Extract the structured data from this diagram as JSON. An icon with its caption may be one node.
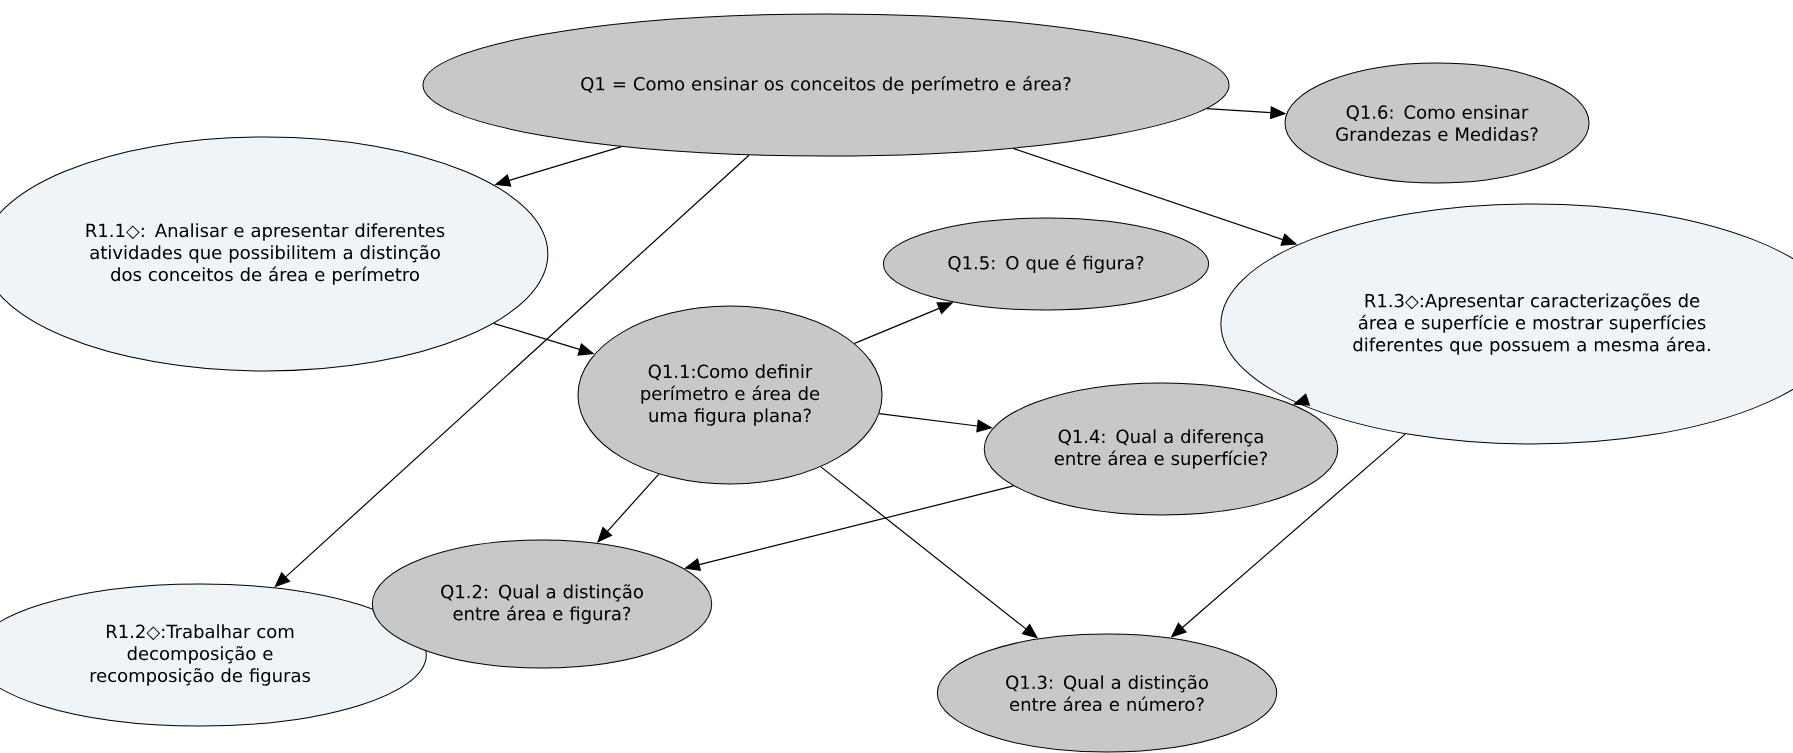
{
  "diagram": {
    "nodes": [
      {
        "text": [
          "Q1 = Como ensinar os conceitos de perímetro e área?"
        ]
      },
      {
        "text": [
          "Q1.6: Como ensinar Grandezas e Medidas?"
        ]
      },
      {
        "text": [
          "R1.1◇: Analisar e apresentar diferentes atividades que possibilitem a distinção dos conceitos de área e perímetro"
        ]
      },
      {
        "text": [
          "Q1.5: O que é figura?"
        ]
      },
      {
        "text": [
          "R1.3◇:Apresentar caracterizações de área e superfície e mostrar superfícies diferentes que possuem a mesma área."
        ]
      },
      {
        "text": [
          "Q1.1:Como definir perímetro e área de uma figura plana?"
        ]
      },
      {
        "text": [
          "Q1.4: Qual a diferença entre área e superfície?"
        ]
      },
      {
        "text": [
          "R1.2◇:Trabalhar com decomposição e recomposição de figuras"
        ]
      },
      {
        "text": [
          "Q1.2: Qual a distinção entre área e figura?"
        ]
      },
      {
        "text": [
          "Q1.3: Qual a distinção entre área e número?"
        ]
      }
    ],
    "edges": [
      {
        "from": 0,
        "to": 2,
        "arrow": "to"
      },
      {
        "from": 0,
        "to": 1,
        "arrow": "to"
      },
      {
        "from": 0,
        "to": 4,
        "arrow": "to"
      },
      {
        "from": 0,
        "to": 7,
        "arrow": "to"
      },
      {
        "from": 2,
        "to": 5,
        "arrow": "to"
      },
      {
        "from": 5,
        "to": 3,
        "arrow": "to"
      },
      {
        "from": 5,
        "to": 6,
        "arrow": "to"
      },
      {
        "from": 5,
        "to": 8,
        "arrow": "to"
      },
      {
        "from": 5,
        "to": 9,
        "arrow": "to"
      },
      {
        "from": 4,
        "to": 6,
        "arrow": "to"
      },
      {
        "from": 4,
        "to": 9,
        "arrow": "to"
      },
      {
        "from": 6,
        "to": 8,
        "arrow": "to"
      }
    ]
  }
}
